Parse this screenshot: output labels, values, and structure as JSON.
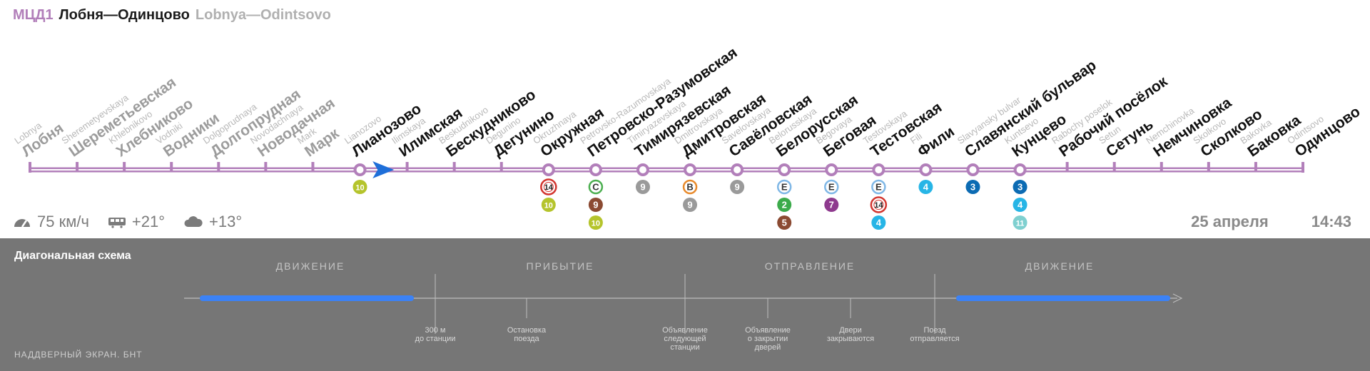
{
  "header": {
    "line_code": "МЦД1",
    "title_ru": "Лобня—Одинцово",
    "title_en": "Lobnya—Odintsovo"
  },
  "colors": {
    "line": "#b27fba",
    "current_marker": "#1e6fd9",
    "progress_bar": "#3b82f6",
    "panel_bg": "#767676"
  },
  "route": {
    "current_after_station": 8,
    "stations": [
      {
        "ru": "Лобня",
        "en": "Lobnya",
        "passed": true,
        "transfers": []
      },
      {
        "ru": "Шереметьевская",
        "en": "Sheremetyevskaya",
        "passed": true,
        "transfers": []
      },
      {
        "ru": "Хлебниково",
        "en": "Khlebnikovo",
        "passed": true,
        "transfers": []
      },
      {
        "ru": "Водники",
        "en": "Vodniki",
        "passed": true,
        "transfers": []
      },
      {
        "ru": "Долгопрудная",
        "en": "Dolgoprudnaya",
        "passed": true,
        "transfers": []
      },
      {
        "ru": "Новодачная",
        "en": "Novodachnaya",
        "passed": true,
        "transfers": []
      },
      {
        "ru": "Марк",
        "en": "Mark",
        "passed": true,
        "transfers": []
      },
      {
        "ru": "Лианозово",
        "en": "Lianozovo",
        "passed": false,
        "transfers": [
          {
            "label": "10",
            "color": "#b5c42c",
            "style": "fill"
          }
        ]
      },
      {
        "ru": "Илимская",
        "en": "Ilimskaya",
        "passed": false,
        "transfers": []
      },
      {
        "ru": "Бескудниково",
        "en": "Beskudnikovo",
        "passed": false,
        "transfers": []
      },
      {
        "ru": "Дегунино",
        "en": "Degunino",
        "passed": false,
        "transfers": []
      },
      {
        "ru": "Окружная",
        "en": "Okruzhnaya",
        "passed": false,
        "transfers": [
          {
            "label": "14",
            "color": "#d3352f",
            "style": "mcc"
          },
          {
            "label": "10",
            "color": "#b5c42c",
            "style": "fill"
          }
        ]
      },
      {
        "ru": "Петровско-Разумовская",
        "en": "Petrovsko-Razumovskaya",
        "passed": false,
        "transfers": [
          {
            "label": "C",
            "color": "#4caf50",
            "style": "ring"
          },
          {
            "label": "9",
            "color": "#8b4a32",
            "style": "fill"
          },
          {
            "label": "10",
            "color": "#b5c42c",
            "style": "fill"
          }
        ]
      },
      {
        "ru": "Тимирязевская",
        "en": "Timiryazevskaya",
        "passed": false,
        "transfers": [
          {
            "label": "9",
            "color": "#9a9a9a",
            "style": "fill"
          }
        ]
      },
      {
        "ru": "Дмитровская",
        "en": "Dmitrovskaya",
        "passed": false,
        "transfers": [
          {
            "label": "B",
            "color": "#e88a2b",
            "style": "ring"
          },
          {
            "label": "9",
            "color": "#9a9a9a",
            "style": "fill"
          }
        ]
      },
      {
        "ru": "Савёловская",
        "en": "Savelovskaya",
        "passed": false,
        "transfers": [
          {
            "label": "9",
            "color": "#9a9a9a",
            "style": "fill"
          }
        ]
      },
      {
        "ru": "Белорусская",
        "en": "Belorusskaya",
        "passed": false,
        "transfers": [
          {
            "label": "E",
            "color": "#7fb7e6",
            "style": "ring"
          },
          {
            "label": "2",
            "color": "#3cab4b",
            "style": "fill"
          },
          {
            "label": "5",
            "color": "#8b4a32",
            "style": "fill"
          }
        ]
      },
      {
        "ru": "Беговая",
        "en": "Begovaya",
        "passed": false,
        "transfers": [
          {
            "label": "E",
            "color": "#7fb7e6",
            "style": "ring"
          },
          {
            "label": "7",
            "color": "#8e3a8e",
            "style": "fill"
          }
        ]
      },
      {
        "ru": "Тестовская",
        "en": "Testovskaya",
        "passed": false,
        "transfers": [
          {
            "label": "E",
            "color": "#7fb7e6",
            "style": "ring"
          },
          {
            "label": "14",
            "color": "#d3352f",
            "style": "mcc"
          },
          {
            "label": "4",
            "color": "#27b5e6",
            "style": "fill"
          }
        ]
      },
      {
        "ru": "Фили",
        "en": "Fili",
        "passed": false,
        "transfers": [
          {
            "label": "4",
            "color": "#27b5e6",
            "style": "fill"
          }
        ]
      },
      {
        "ru": "Славянский бульвар",
        "en": "Slavyansky bulvar",
        "passed": false,
        "transfers": [
          {
            "label": "3",
            "color": "#0c6bb3",
            "style": "fill"
          }
        ]
      },
      {
        "ru": "Кунцево",
        "en": "Kuntsevo",
        "passed": false,
        "transfers": [
          {
            "label": "3",
            "color": "#0c6bb3",
            "style": "fill"
          },
          {
            "label": "4",
            "color": "#27b5e6",
            "style": "fill"
          },
          {
            "label": "11",
            "color": "#7fd0d0",
            "style": "fill"
          }
        ]
      },
      {
        "ru": "Рабочий посёлок",
        "en": "Rabochy poselok",
        "passed": false,
        "transfers": []
      },
      {
        "ru": "Сетунь",
        "en": "Setun",
        "passed": false,
        "transfers": []
      },
      {
        "ru": "Немчиновка",
        "en": "Nemchinovka",
        "passed": false,
        "transfers": []
      },
      {
        "ru": "Сколково",
        "en": "Skolkovo",
        "passed": false,
        "transfers": []
      },
      {
        "ru": "Баковка",
        "en": "Bakovka",
        "passed": false,
        "transfers": []
      },
      {
        "ru": "Одинцово",
        "en": "Odintsovo",
        "passed": false,
        "transfers": []
      }
    ]
  },
  "status": {
    "speed": "75 км/ч",
    "inside_temp": "+21°",
    "outside_temp": "+13°",
    "speed_icon": "speedometer-icon",
    "inside_icon": "train-car-icon",
    "outside_icon": "cloud-icon"
  },
  "datetime": {
    "date": "25 апреля",
    "time": "14:43"
  },
  "panel": {
    "title": "Диагональная схема",
    "footer": "НАДДВЕРНЫЙ ЭКРАН. БНТ",
    "phases": [
      "ДВИЖЕНИЕ",
      "ПРИБЫТИЕ",
      "ОТПРАВЛЕНИЕ",
      "ДВИЖЕНИЕ"
    ],
    "events": [
      {
        "label": "300 м\nдо станции",
        "major": true
      },
      {
        "label": "Остановка\nпоезда",
        "major": false
      },
      {
        "label": "Объявление\nследующей\nстанции",
        "major": true
      },
      {
        "label": "Объявление\nо закрытии\nдверей",
        "major": false
      },
      {
        "label": "Двери\nзакрываются",
        "major": false
      },
      {
        "label": "Поезд\nотправляется",
        "major": true
      }
    ]
  }
}
